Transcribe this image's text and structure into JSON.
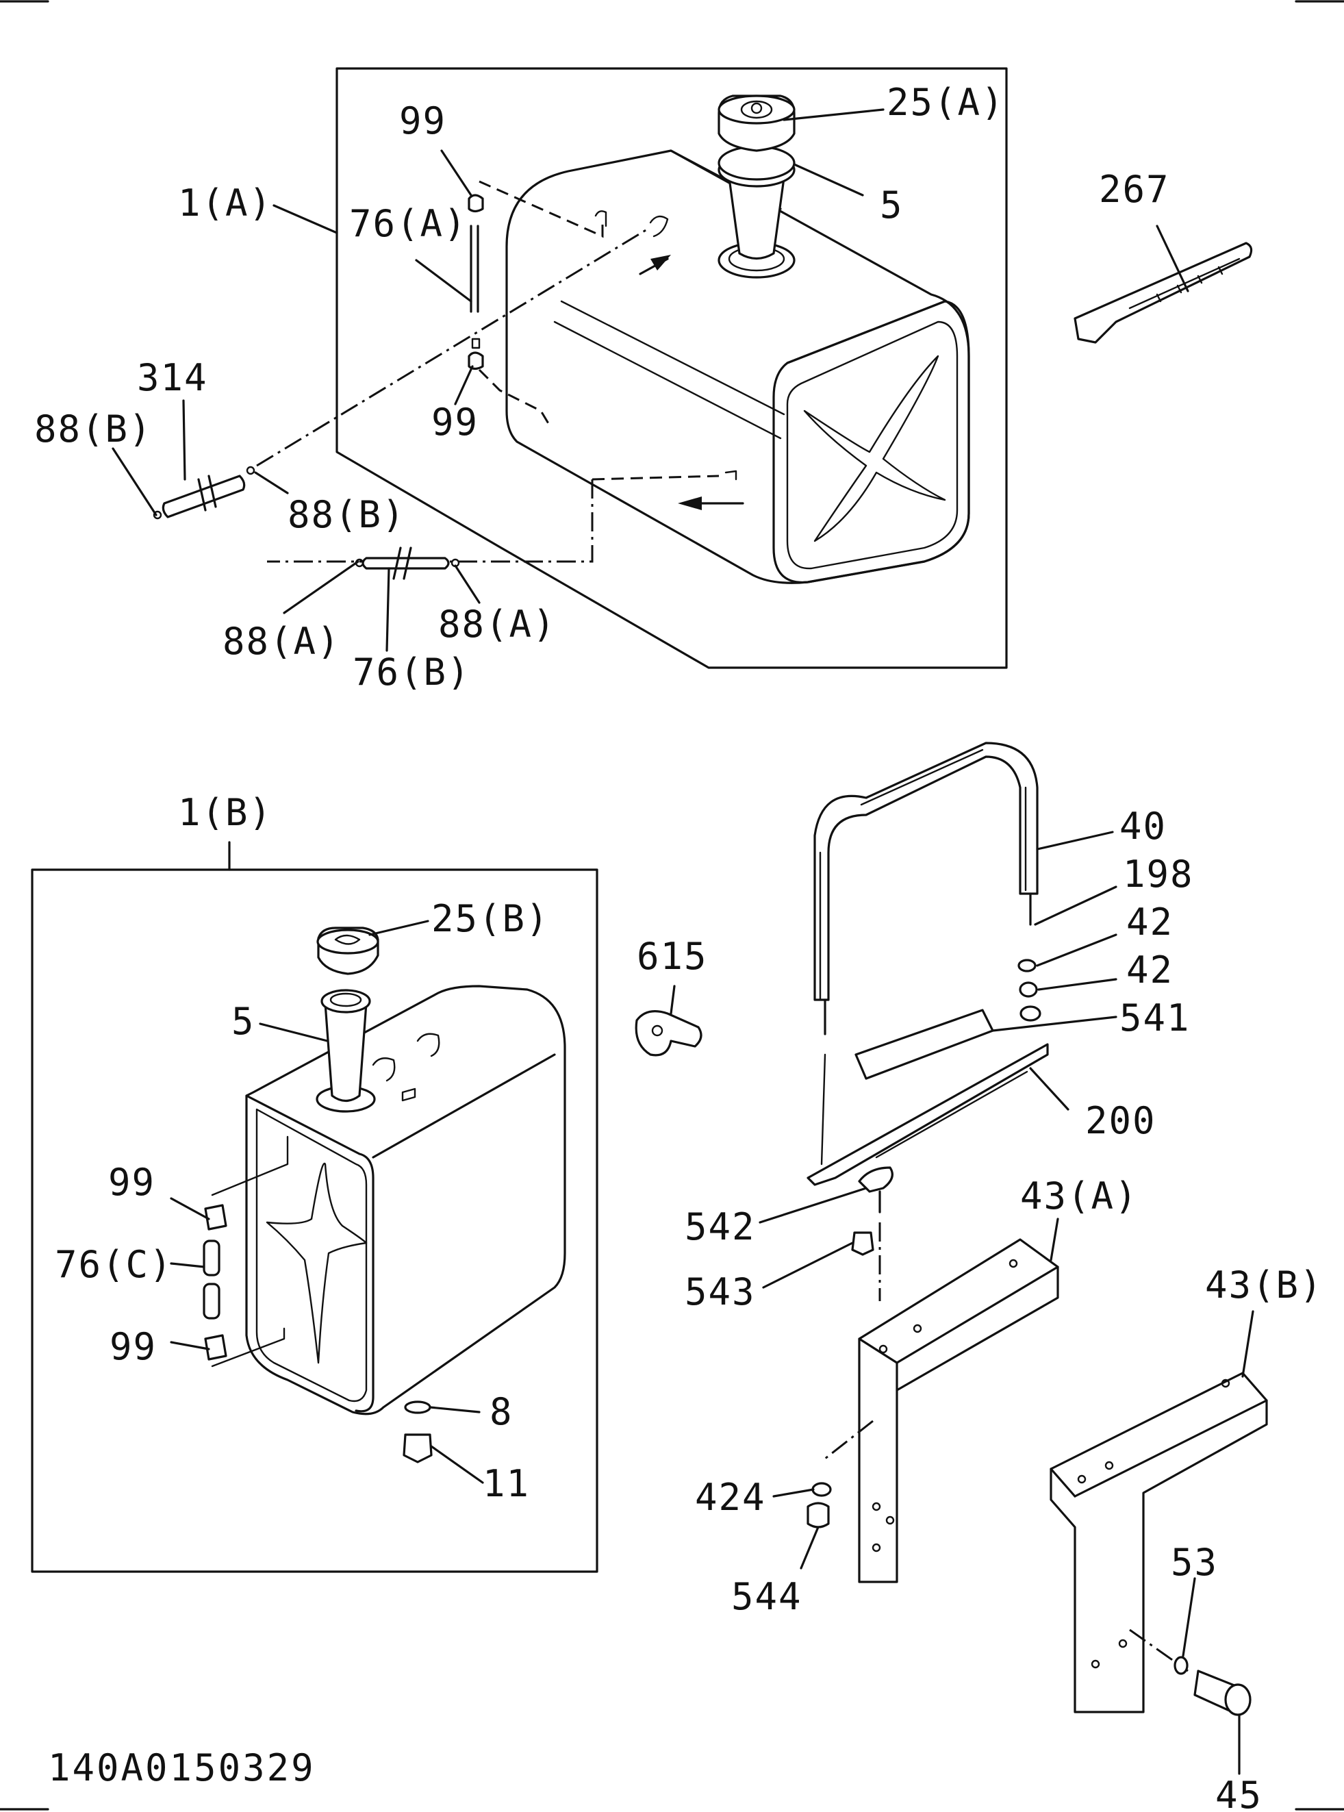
{
  "document_id": "140A0150329",
  "callouts": {
    "c_1A": "1(A)",
    "c_1B": "1(B)",
    "c_25A": "25(A)",
    "c_25B": "25(B)",
    "c_5_top": "5",
    "c_5_bottom": "5",
    "c_267": "267",
    "c_99_a": "99",
    "c_99_b": "99",
    "c_99_c": "99",
    "c_99_d": "99",
    "c_76A": "76(A)",
    "c_76B": "76(B)",
    "c_76C": "76(C)",
    "c_314": "314",
    "c_88B_a": "88(B)",
    "c_88B_b": "88(B)",
    "c_88A_a": "88(A)",
    "c_88A_b": "88(A)",
    "c_615": "615",
    "c_40": "40",
    "c_198": "198",
    "c_42_a": "42",
    "c_42_b": "42",
    "c_541": "541",
    "c_200": "200",
    "c_542": "542",
    "c_543": "543",
    "c_43A": "43(A)",
    "c_43B": "43(B)",
    "c_424": "424",
    "c_544": "544",
    "c_53": "53",
    "c_45": "45",
    "c_8": "8",
    "c_11": "11"
  }
}
